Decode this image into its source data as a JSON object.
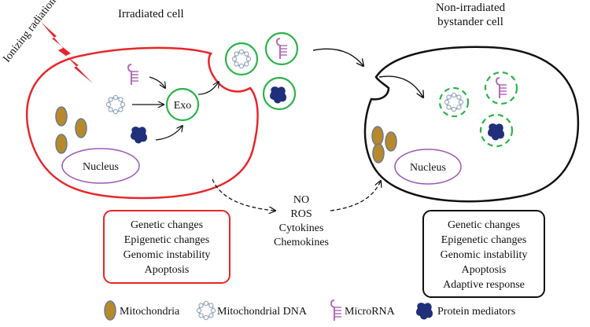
{
  "labels": {
    "irradiated_cell": "Irradiated cell",
    "bystander_cell_line1": "Non-irradiated",
    "bystander_cell_line2": "bystander cell",
    "ionizing_radiation": "Ionizing radiation",
    "exo": "Exo",
    "nucleus_left": "Nucleus",
    "nucleus_right": "Nucleus"
  },
  "signals": [
    "NO",
    "ROS",
    "Cytokines",
    "Chemokines"
  ],
  "irradiated_effects": [
    "Genetic changes",
    "Epigenetic changes",
    "Genomic instability",
    "Apoptosis"
  ],
  "bystander_effects": [
    "Genetic changes",
    "Epigenetic changes",
    "Genomic instability",
    "Apoptosis",
    "Adaptive response"
  ],
  "legend": {
    "mitochondria": "Mitochondria",
    "mitochondrial_dna": "Mitochondrial DNA",
    "microrna": "MicroRNA",
    "protein_mediators": "Protein mediators"
  },
  "colors": {
    "irradiated_outline": "#e8262b",
    "bolt": "#e8262b",
    "exosome": "#2bb34a",
    "nucleus": "#9b59b6",
    "mitochondria": "#b8892a",
    "mito_dna": "#9aa9bf",
    "microrna": "#b26bb8",
    "protein": "#1f2f7a"
  }
}
